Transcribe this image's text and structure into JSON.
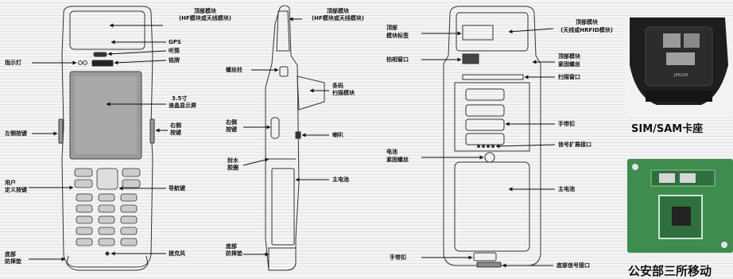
{
  "front": {
    "top_module": [
      "顶部模块",
      "(HF模块或天线模块)"
    ],
    "gps": "GPS",
    "earpiece": "听筒",
    "nameplate": "铭牌",
    "indicator": "指示灯",
    "screen": [
      "3.5寸",
      "液晶显示屏"
    ],
    "left_side_key": "左侧按键",
    "right_side_key": [
      "右侧",
      "按键"
    ],
    "user_keys": [
      "用户",
      "定义按键"
    ],
    "nav_key": "导航键",
    "bottom_pad": [
      "底部",
      "防摔垫"
    ],
    "microphone": "拨克风"
  },
  "side": {
    "top_module": [
      "顶部模块",
      "(HF模块或天线模块)"
    ],
    "screw_post": "螺丝柱",
    "scan_module": [
      "条码",
      "扫描模块"
    ],
    "right_key": [
      "右侧",
      "按键"
    ],
    "speaker": "喇叭",
    "seal_ring": [
      "封水",
      "胶圈"
    ],
    "main_battery": "主电池",
    "bottom_pad": [
      "底部",
      "防摔垫"
    ]
  },
  "back": {
    "top_module": [
      "顶部模块",
      "(天线或HRFID模块)"
    ],
    "module_label": [
      "顶部",
      "模块标签"
    ],
    "camera_window": "拍相窗口",
    "fastening_screw": [
      "顶部模块",
      "紧固螺丝"
    ],
    "scan_window": "扫描窗口",
    "hand_strap": "手带扣",
    "signal_port": "信号扩展接口",
    "battery_screw": [
      "电池",
      "紧固螺丝"
    ],
    "main_battery": "主电池",
    "strap_bottom": "手带扣",
    "bottom_signal_port": "底部信号接口"
  },
  "photos": {
    "sim_caption": "SIM/SAM卡座",
    "sim_chip_text": "JP6208",
    "pcb_caption": "公安部三所移动"
  }
}
